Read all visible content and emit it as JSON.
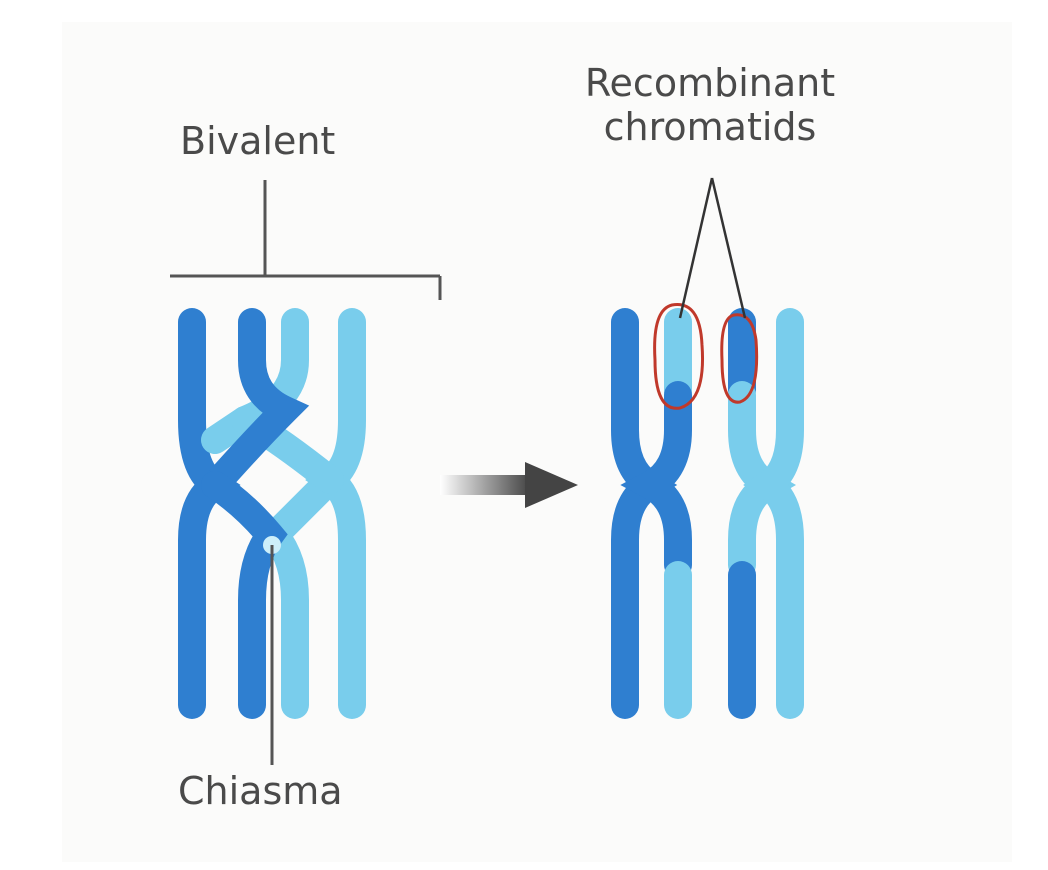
{
  "labels": {
    "bivalent": "Bivalent",
    "chiasma": "Chiasma",
    "recombinant_line1": "Recombinant",
    "recombinant_line2": "chromatids"
  },
  "colors": {
    "dark_chromatid": "#2f7fd0",
    "light_chromatid": "#79cdec",
    "pointer_lines": "#555555",
    "arrow": "#4a4a4a",
    "highlight_circle": "#c0392b"
  }
}
